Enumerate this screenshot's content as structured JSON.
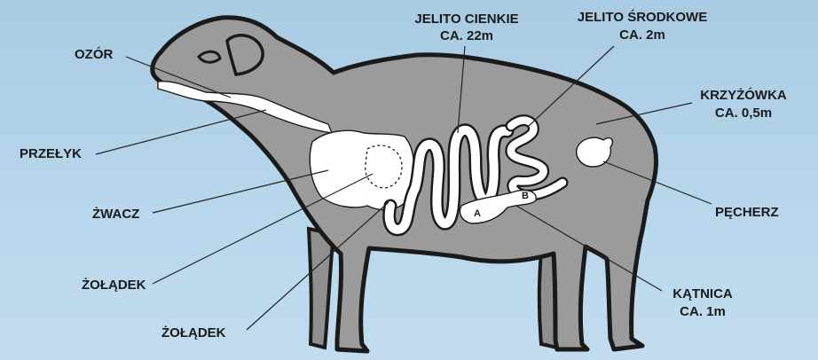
{
  "colors": {
    "background": "#b5d4ea",
    "body": "#9b9b9b",
    "outline": "#1a1a1a",
    "organs": "#ffffff"
  },
  "labels": {
    "ozor": "OZÓR",
    "przelyk": "PRZEŁYK",
    "zwacz": "ŻWACZ",
    "zoladek_1": "ŻOŁĄDEK",
    "zoladek_2": "ŻOŁĄDEK",
    "jelito_cienkie": "JELITO CIENKIE",
    "jelito_cienkie_len": "CA. 22m",
    "jelito_srodkowe": "JELITO ŚRODKOWE",
    "jelito_srodkowe_len": "CA. 2m",
    "krzyzowka": "KRZYŻÓWKA",
    "krzyzowka_len": "CA. 0,5m",
    "pecherz": "PĘCHERZ",
    "katnica": "KĄTNICA",
    "katnica_len": "CA. 1m",
    "marker_a": "A",
    "marker_b": "B"
  }
}
